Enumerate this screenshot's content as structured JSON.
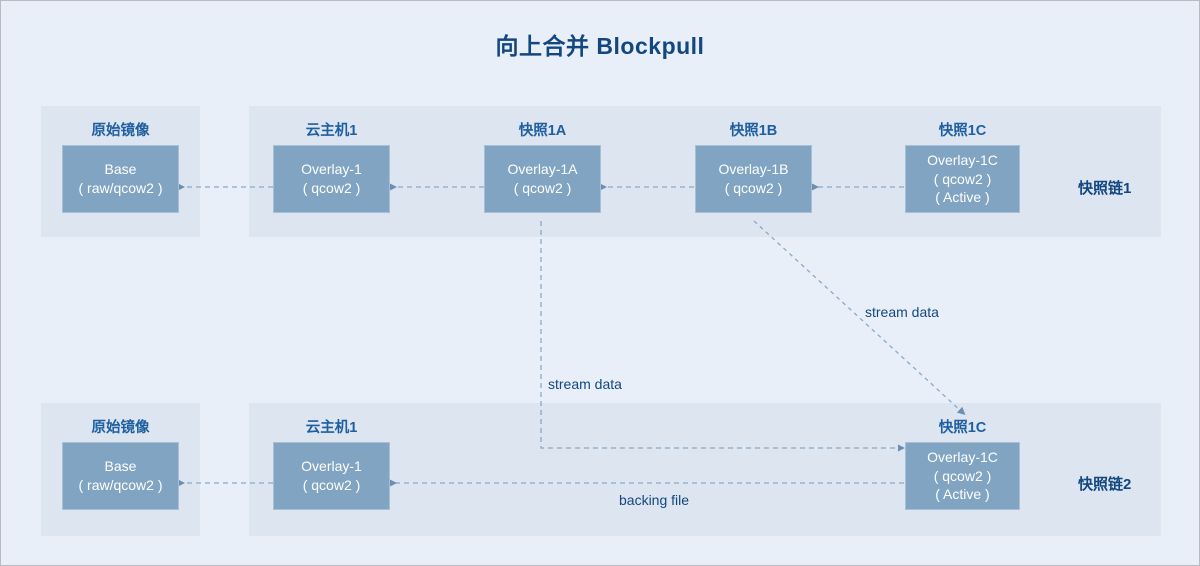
{
  "title": "向上合并 Blockpull",
  "colors": {
    "page_background": "#e9eff8",
    "panel_background": "#dce5f0",
    "node_fill": "#80a4c1",
    "node_text": "#ffffff",
    "label_blue": "#1f5fa0",
    "heading_blue": "#13477f",
    "wire": "#8aa9c6"
  },
  "chains": [
    {
      "title": "快照链1",
      "nodes": [
        {
          "label": "原始镜像",
          "box": [
            "Base",
            "( raw/qcow2 )"
          ]
        },
        {
          "label": "云主机1",
          "box": [
            "Overlay-1",
            "( qcow2 )"
          ]
        },
        {
          "label": "快照1A",
          "box": [
            "Overlay-1A",
            "( qcow2 )"
          ]
        },
        {
          "label": "快照1B",
          "box": [
            "Overlay-1B",
            "( qcow2 )"
          ]
        },
        {
          "label": "快照1C",
          "box": [
            "Overlay-1C",
            "( qcow2 )",
            "( Active )"
          ]
        }
      ]
    },
    {
      "title": "快照链2",
      "nodes": [
        {
          "label": "原始镜像",
          "box": [
            "Base",
            "( raw/qcow2 )"
          ]
        },
        {
          "label": "云主机1",
          "box": [
            "Overlay-1",
            "( qcow2 )"
          ]
        },
        {
          "label": "快照1C",
          "box": [
            "Overlay-1C",
            "( qcow2 )",
            "( Active )"
          ]
        }
      ]
    }
  ],
  "edges": {
    "stream_data_vertical": "stream data",
    "stream_data_diagonal": "stream data",
    "backing_file": "backing file"
  }
}
